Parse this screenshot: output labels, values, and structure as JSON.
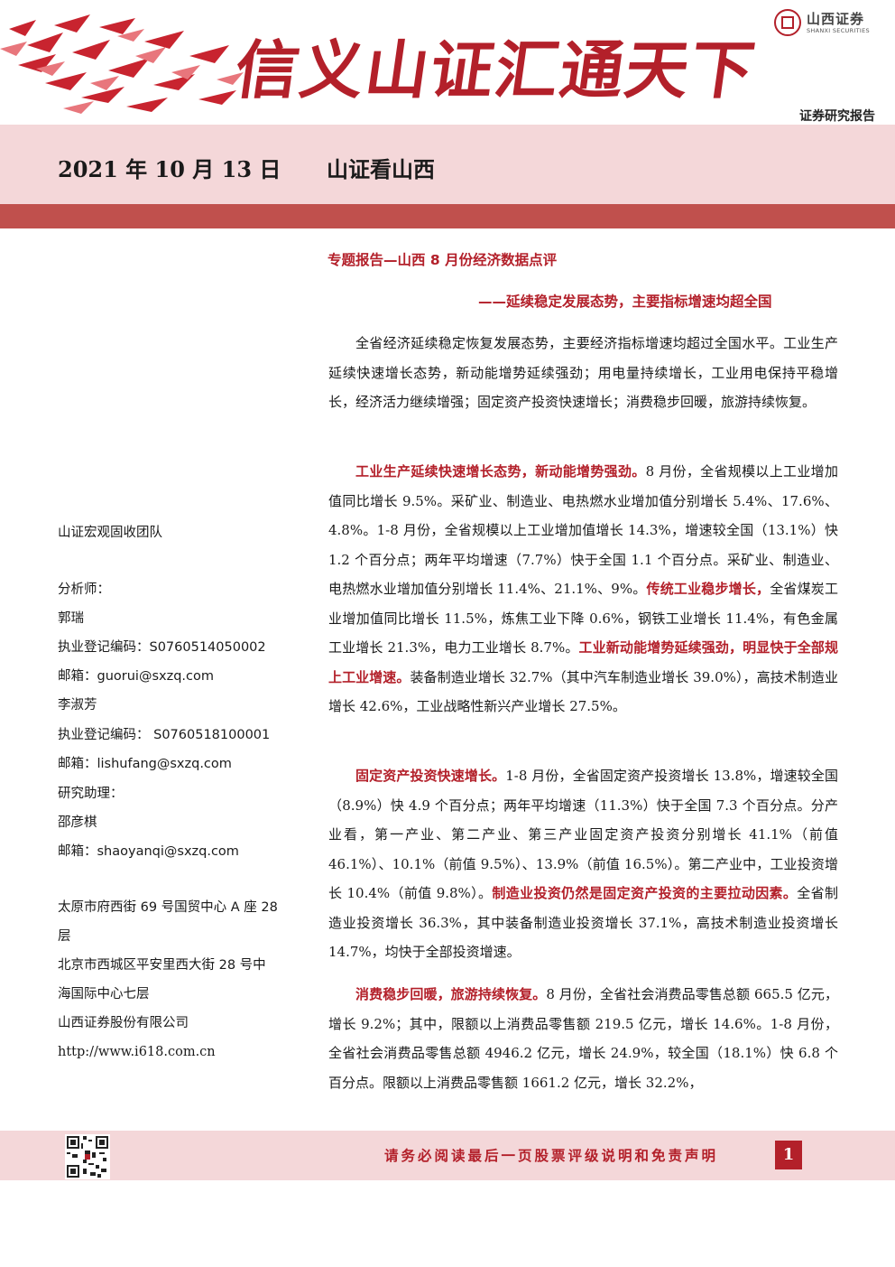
{
  "header": {
    "slogan": "信义山证汇通天下",
    "logo_cn": "山西证券",
    "logo_en": "SHANXI SECURITIES",
    "report_type": "证券研究报告",
    "date": "2021 年 10 月 13 日",
    "column": "山证看山西",
    "colors": {
      "accent": "#b3202a",
      "band_light": "#f4d7d9",
      "band_dark": "#c0504d"
    }
  },
  "sidebar": {
    "team": "山证宏观固收团队",
    "analyst_label": "分析师：",
    "analyst1_name": "郭瑞",
    "analyst1_reg": "执业登记编码：S0760514050002",
    "analyst1_email": "邮箱：guorui@sxzq.com",
    "analyst2_name": "李淑芳",
    "analyst2_reg": "执业登记编码：  S0760518100001",
    "analyst2_email": "邮箱：lishufang@sxzq.com",
    "assistant_label": "研究助理：",
    "assistant_name": "邵彦棋",
    "assistant_email": "邮箱：shaoyanqi@sxzq.com",
    "address_ty_1": "太原市府西街 69 号国贸中心 A 座 28",
    "address_ty_2": "层",
    "address_bj_1": "北京市西城区平安里西大街 28 号中",
    "address_bj_2": "海国际中心七层",
    "company": "山西证券股份有限公司",
    "website": "http://www.i618.com.cn"
  },
  "main": {
    "title": "专题报告—山西 8 月份经济数据点评",
    "subtitle": "——延续稳定发展态势，主要指标增速均超全国",
    "p1": "全省经济延续稳定恢复发展态势，主要经济指标增速均超过全国水平。工业生产延续快速增长态势，新动能增势延续强劲；用电量持续增长，工业用电保持平稳增长，经济活力继续增强；固定资产投资快速增长；消费稳步回暖，旅游持续恢复。",
    "p2_h1": "工业生产延续快速增长态势，新动能增势强劲。",
    "p2_t1": "8 月份，全省规模以上工业增加值同比增长 9.5%。采矿业、制造业、电热燃水业增加值分别增长 5.4%、17.6%、4.8%。1-8 月份，全省规模以上工业增加值增长 14.3%，增速较全国（13.1%）快 1.2 个百分点；两年平均增速（7.7%）快于全国 1.1 个百分点。采矿业、制造业、电热燃水业增加值分别增长 11.4%、21.1%、9%。",
    "p2_h2": "传统工业稳步增长，",
    "p2_t2": "全省煤炭工业增加值同比增长 11.5%，炼焦工业下降 0.6%，钢铁工业增长 11.4%，有色金属工业增长 21.3%，电力工业增长 8.7%。",
    "p2_h3": "工业新动能增势延续强劲，明显快于全部规上工业增速。",
    "p2_t3": "装备制造业增长 32.7%（其中汽车制造业增长 39.0%），高技术制造业增长 42.6%，工业战略性新兴产业增长 27.5%。",
    "p3_h1": "固定资产投资快速增长。",
    "p3_t1": "1-8 月份，全省固定资产投资增长 13.8%，增速较全国（8.9%）快 4.9 个百分点；两年平均增速（11.3%）快于全国 7.3 个百分点。分产业看，第一产业、第二产业、第三产业固定资产投资分别增长 41.1%（前值 46.1%）、10.1%（前值 9.5%）、13.9%（前值 16.5%）。第二产业中，工业投资增长 10.4%（前值 9.8%）。",
    "p3_h2": "制造业投资仍然是固定资产投资的主要拉动因素。",
    "p3_t2": "全省制造业投资增长 36.3%，其中装备制造业投资增长 37.1%，高技术制造业投资增长 14.7%，均快于全部投资增速。",
    "p4_h1": "消费稳步回暖，旅游持续恢复。",
    "p4_t1": "8 月份，全省社会消费品零售总额 665.5 亿元，增长 9.2%；其中，限额以上消费品零售额 219.5 亿元，增长 14.6%。1-8 月份，全省社会消费品零售总额 4946.2 亿元，增长 24.9%，较全国（18.1%）快 6.8 个百分点。限额以上消费品零售额 1661.2 亿元，增长 32.2%，"
  },
  "footer": {
    "note": "请务必阅读最后一页股票评级说明和免责声明",
    "page": "1"
  }
}
